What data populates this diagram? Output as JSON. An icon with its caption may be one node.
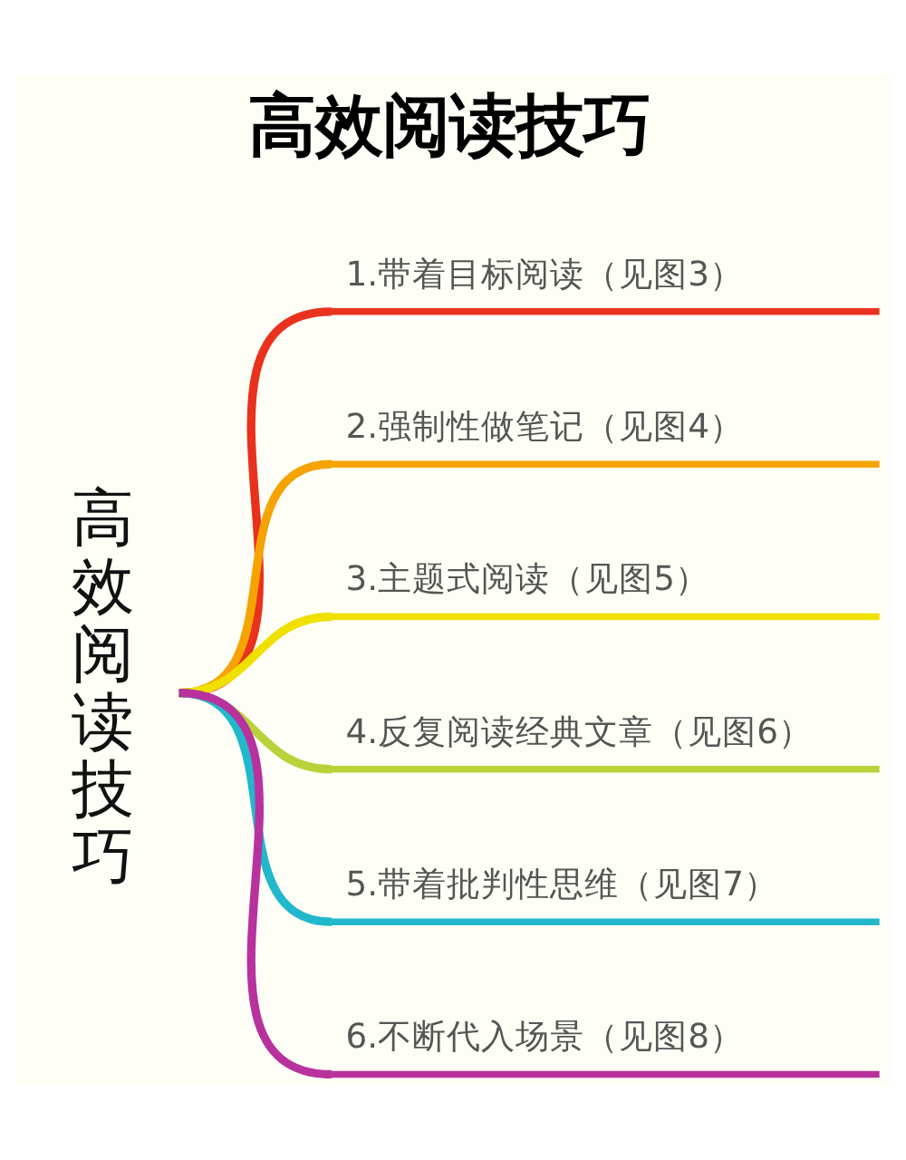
{
  "diagram": {
    "title": "高效阅读技巧",
    "nodes": [
      {
        "text": [
          "高效阅读技巧"
        ]
      },
      {
        "text": [
          "1.带着目标阅读（见图3）"
        ]
      },
      {
        "text": [
          "2.强制性做笔记（见图4）"
        ]
      },
      {
        "text": [
          "3.主题式阅读（见图5）"
        ]
      },
      {
        "text": [
          "4.反复阅读经典文章（见图6）"
        ]
      },
      {
        "text": [
          "5.带着批判性思维（见图7）"
        ]
      },
      {
        "text": [
          "6.不断代入场景（见图8）"
        ]
      }
    ],
    "edges": [
      {
        "from": 0,
        "to": 1,
        "arrow": "none",
        "color": "#e8321e"
      },
      {
        "from": 0,
        "to": 2,
        "arrow": "none",
        "color": "#f5a300"
      },
      {
        "from": 0,
        "to": 3,
        "arrow": "none",
        "color": "#f0e000"
      },
      {
        "from": 0,
        "to": 4,
        "arrow": "none",
        "color": "#b7d23a"
      },
      {
        "from": 0,
        "to": 5,
        "arrow": "none",
        "color": "#22b8cc"
      },
      {
        "from": 0,
        "to": 6,
        "arrow": "none",
        "color": "#b8329e"
      }
    ]
  }
}
